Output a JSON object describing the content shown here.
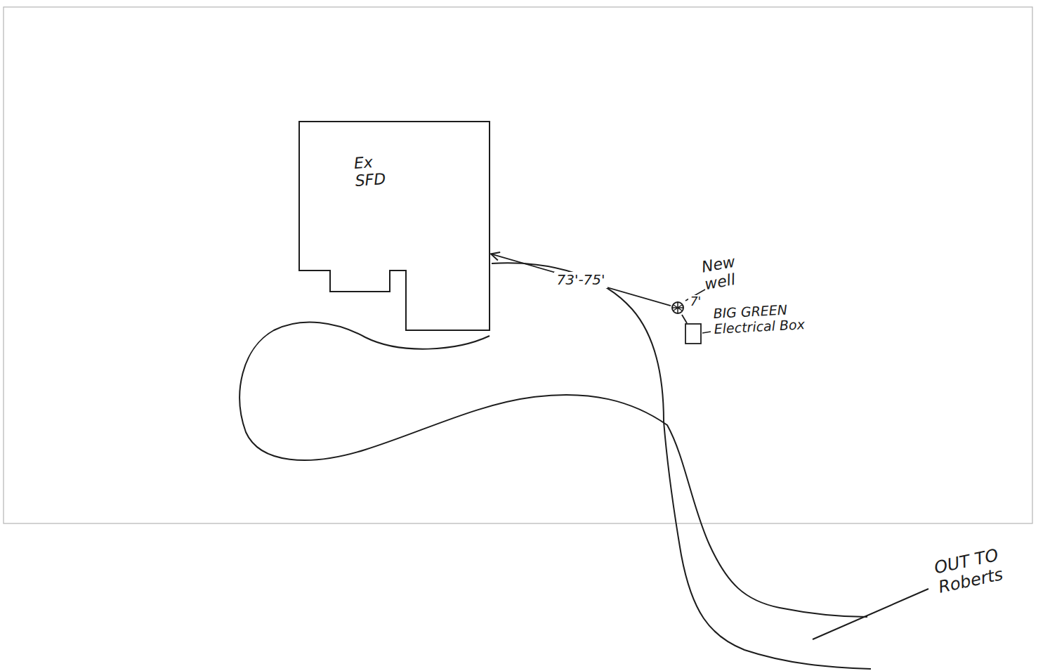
{
  "diagram": {
    "nodes": [
      {
        "text": [
          "Ex SFD"
        ]
      },
      {
        "text": [
          "New well"
        ]
      },
      {
        "text": [
          "BIG GREEN Electrical Box"
        ]
      }
    ],
    "edges": [
      {
        "from": 1,
        "to": 0,
        "arrow": "to",
        "label": "73'-75'"
      },
      {
        "from": 1,
        "to": 2,
        "arrow": "none",
        "label": "7'"
      }
    ],
    "labels": [
      "OUT TO Roberts"
    ]
  }
}
